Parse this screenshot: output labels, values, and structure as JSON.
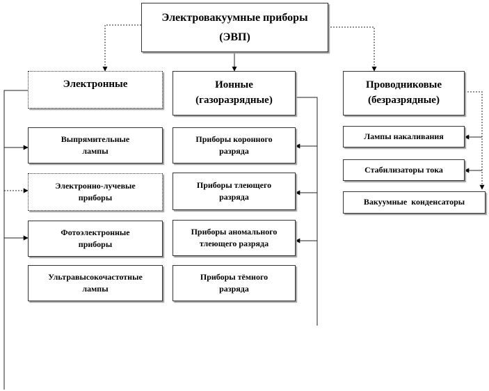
{
  "root": {
    "line1": "Электровакуумные приборы",
    "line2": "(ЭВП)"
  },
  "categories": [
    {
      "line1": "Электронные",
      "line2": ""
    },
    {
      "line1": "Ионные",
      "line2": "(газоразрядные)"
    },
    {
      "line1": "Проводниковые",
      "line2": "(безразрядные)"
    }
  ],
  "electronic_items": [
    {
      "line1": "Выпрямительные",
      "line2": "лампы"
    },
    {
      "line1": "Электронно-лучевые",
      "line2": "приборы"
    },
    {
      "line1": "Фотоэлектронные",
      "line2": "приборы"
    },
    {
      "line1": "Ультравысокочастотные",
      "line2": "лампы"
    }
  ],
  "ionic_items": [
    {
      "line1": "Приборы коронного",
      "line2": "разряда"
    },
    {
      "line1": "Приборы тлеющего",
      "line2": "разряда"
    },
    {
      "line1": "Приборы аномального",
      "line2": "тлеющего разряда"
    },
    {
      "line1": "Приборы тёмного",
      "line2": "разряда"
    }
  ],
  "conductor_items": [
    {
      "line1": "Лампы накаливания"
    },
    {
      "line1": "Стабилизаторы тока"
    },
    {
      "line1": "Вакуумные  конденсаторы"
    }
  ]
}
